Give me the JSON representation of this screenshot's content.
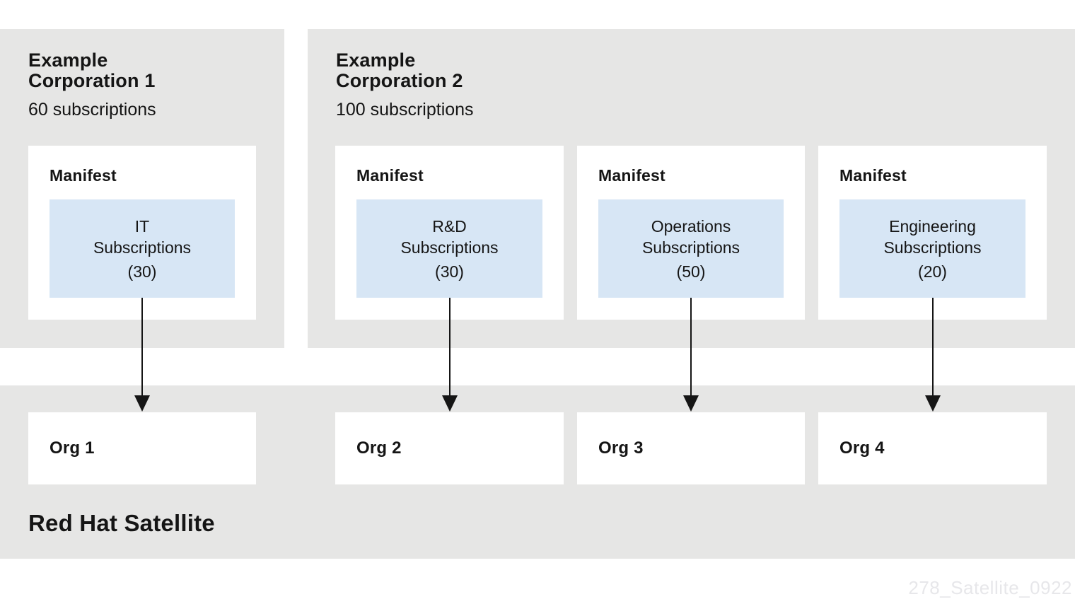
{
  "colors": {
    "panel_gray": "#e6e6e5",
    "card_white": "#ffffff",
    "subscription_blue": "#d7e6f5",
    "text_dark": "#151515",
    "watermark_gray": "#e7e7ea"
  },
  "corporation1": {
    "title": "Example Corporation 1",
    "subtitle": "60 subscriptions",
    "manifest": {
      "label": "Manifest",
      "subscription": {
        "department": "IT",
        "type": "Subscriptions",
        "count": "(30)"
      }
    }
  },
  "corporation2": {
    "title": "Example Corporation 2",
    "subtitle": "100 subscriptions",
    "manifests": [
      {
        "label": "Manifest",
        "subscription": {
          "department": "R&D",
          "type": "Subscriptions",
          "count": "(30)"
        }
      },
      {
        "label": "Manifest",
        "subscription": {
          "department": "Operations",
          "type": "Subscriptions",
          "count": "(50)"
        }
      },
      {
        "label": "Manifest",
        "subscription": {
          "department": "Engineering",
          "type": "Subscriptions",
          "count": "(20)"
        }
      }
    ]
  },
  "satellite": {
    "label": "Red Hat Satellite",
    "orgs": [
      {
        "label": "Org 1"
      },
      {
        "label": "Org 2"
      },
      {
        "label": "Org 3"
      },
      {
        "label": "Org 4"
      }
    ]
  },
  "watermark": "278_Satellite_0922"
}
